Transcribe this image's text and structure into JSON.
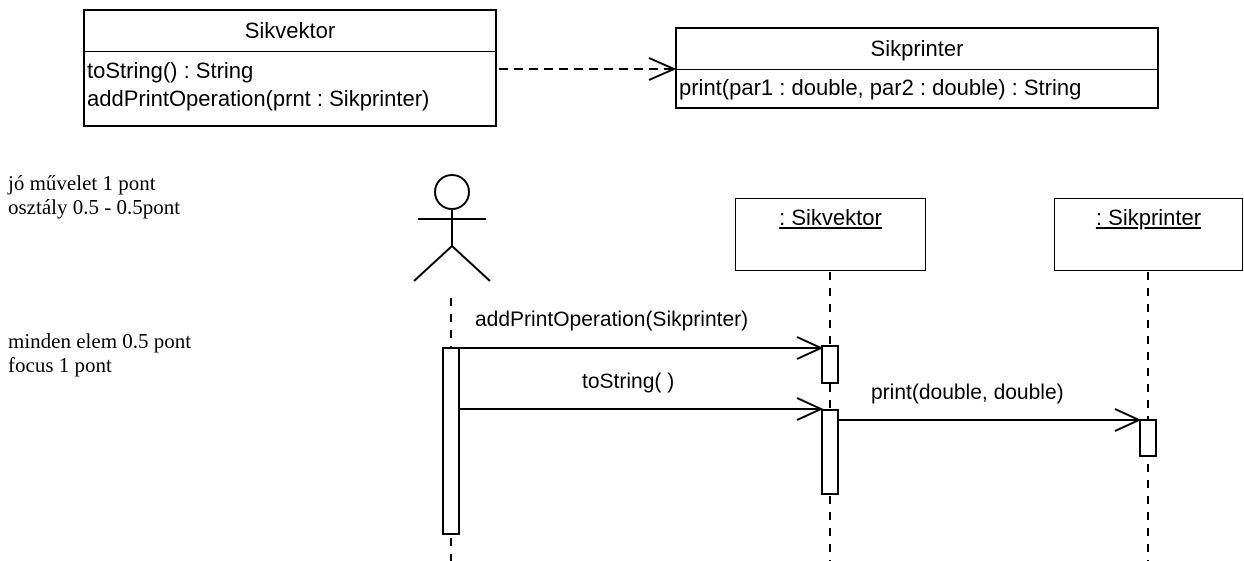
{
  "class_diagram": {
    "sikvektor": {
      "name": "Sikvektor",
      "operations": [
        "toString() : String",
        "addPrintOperation(prnt : Sikprinter)"
      ]
    },
    "sikprinter": {
      "name": "Sikprinter",
      "operations": [
        "print(par1 : double, par2 : double) : String"
      ]
    }
  },
  "notes": {
    "line1": "jó művelet 1 pont",
    "line2": "osztály 0.5 - 0.5pont",
    "line3": "minden elem 0.5 pont",
    "line4": "focus 1 pont"
  },
  "sequence_diagram": {
    "objects": {
      "sikvektor": ": Sikvektor",
      "sikprinter": ": Sikprinter"
    },
    "messages": {
      "add_print_operation": "addPrintOperation(Sikprinter)",
      "to_string": "toString( )",
      "print": "print(double, double)"
    }
  }
}
